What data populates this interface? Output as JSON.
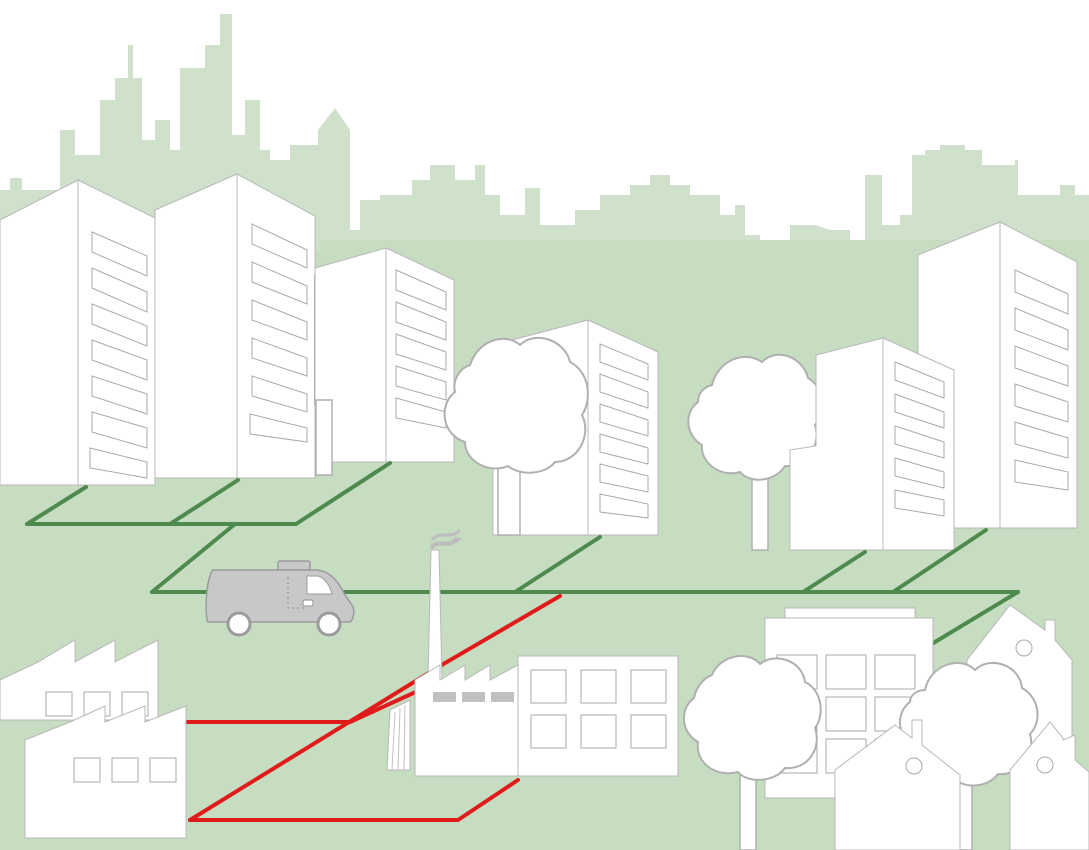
{
  "illustration": {
    "subject": "",
    "colors": {
      "skyline": "#cfe0cb",
      "ground": "#c6ddc2",
      "green_network": "#4e8a4e",
      "red_network": "#e01b1b",
      "building_fill": "#ffffff",
      "outline": "#b8b8b8",
      "vehicle": "#c8c8c8"
    },
    "elements": [
      "skyline-silhouette",
      "high-rise-building",
      "deciduous-tree",
      "green-distribution-network",
      "red-distribution-network",
      "delivery-van",
      "factory-chimney",
      "sawtooth-factory",
      "office-building",
      "gabled-house"
    ]
  }
}
